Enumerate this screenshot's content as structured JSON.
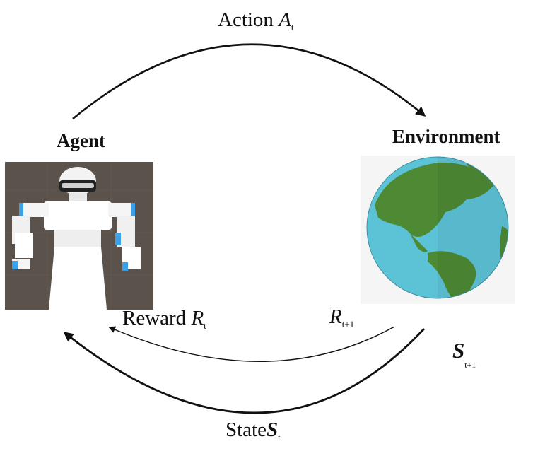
{
  "labels": {
    "action": "Action ",
    "action_symbol": "A",
    "action_sub": "t",
    "agent": "Agent",
    "environment": "Environment",
    "reward": "Reward ",
    "reward_symbol": "R",
    "reward_sub": "t",
    "next_reward_symbol": "R",
    "next_reward_sub": "t+1",
    "next_state_symbol": "S",
    "next_state_sub": "t+1",
    "state": "State",
    "state_symbol": "S",
    "state_sub": "t"
  },
  "images": {
    "agent": "robot-agent-icon",
    "environment": "earth-globe-icon"
  },
  "colors": {
    "arrow": "#111111",
    "robot_body": "#ffffff",
    "robot_joint": "#3aa0e8",
    "agent_background": "#5a524b",
    "ocean": "#5cc3d6",
    "land": "#4d8a33"
  }
}
